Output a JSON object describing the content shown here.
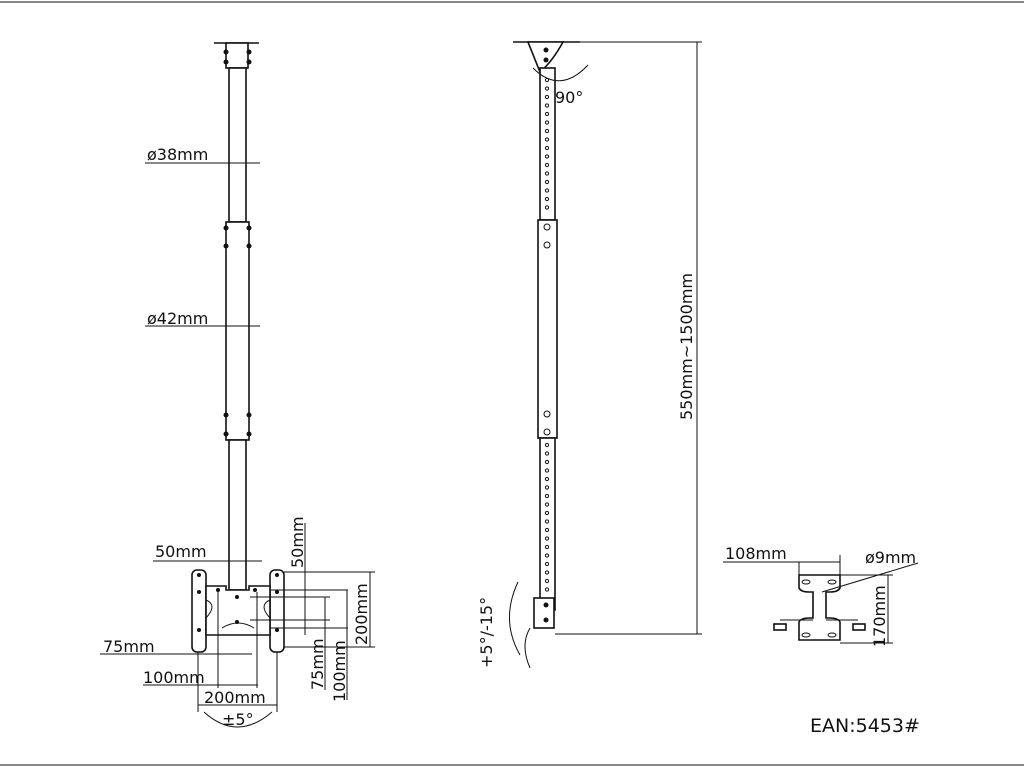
{
  "labels": {
    "dia_top": "ø38mm",
    "dia_mid": "ø42mm",
    "pole_width": "50mm",
    "vesa_h75": "75mm",
    "vesa_h100": "100mm",
    "vesa_h200": "200mm",
    "tilt_side": "±5°",
    "vesa_v50": "50mm",
    "vesa_v200": "200mm",
    "vesa_v75": "75mm",
    "vesa_v100": "100mm",
    "ceiling_rot": "90°",
    "length_range": "550mm~1500mm",
    "tilt_front": "+5°/-15°",
    "bracket_width": "108mm",
    "hole_dia": "ø9mm",
    "bracket_height": "170mm",
    "ean": "EAN:5453#"
  }
}
